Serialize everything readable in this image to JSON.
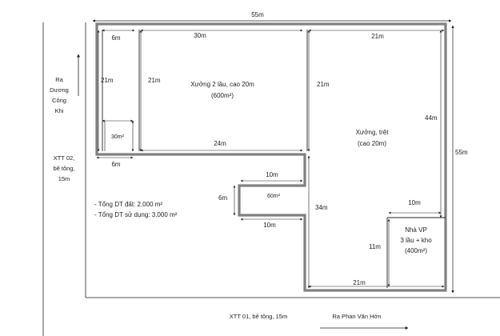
{
  "dimensions": {
    "top_total": "55m",
    "right_total": "55m",
    "left_strip_width": "6m",
    "left_strip_bottom_width": "6m",
    "left_strip_height": "21m",
    "warehouse2_height": "21m",
    "warehouse2_top_width": "30m",
    "warehouse2_bottom_width": "24m",
    "middle_height": "21m",
    "right_top_width": "21m",
    "right_height": "44m",
    "notch_top_width": "10m",
    "notch_bottom_width": "10m",
    "notch_height": "6m",
    "lower_height": "34m",
    "office_top_width": "10m",
    "office_height": "11m",
    "bottom_width": "21m"
  },
  "areas": {
    "small_room": "30m²",
    "notch_area": "60m²"
  },
  "buildings": {
    "warehouse_2_floors": {
      "line1": "Xưởng 2 lầu, cao 20m",
      "line2": "(600m²)"
    },
    "warehouse_ground": {
      "line1": "Xưởng, trệt",
      "line2": "(cao 20m)"
    },
    "office": {
      "line1": "Nhà VP",
      "line2": "3 lầu + kho",
      "line3": "(400m²)"
    }
  },
  "summary": {
    "land_area": "- Tổng DT đất: 2.000 m²",
    "usable_area": "- Tổng DT sử dụng: 3.000 m²"
  },
  "streets": {
    "left_direction": [
      "Ra",
      "Dương",
      "Công",
      "Khi"
    ],
    "left_street": [
      "XTT 02,",
      "bê tông,",
      "15m"
    ],
    "bottom_street": "XTT 01, bê tông, 15m",
    "bottom_direction": "Ra Phan Văn Hớn"
  },
  "colors": {
    "boundary": "#808080",
    "lines": "#222222"
  }
}
